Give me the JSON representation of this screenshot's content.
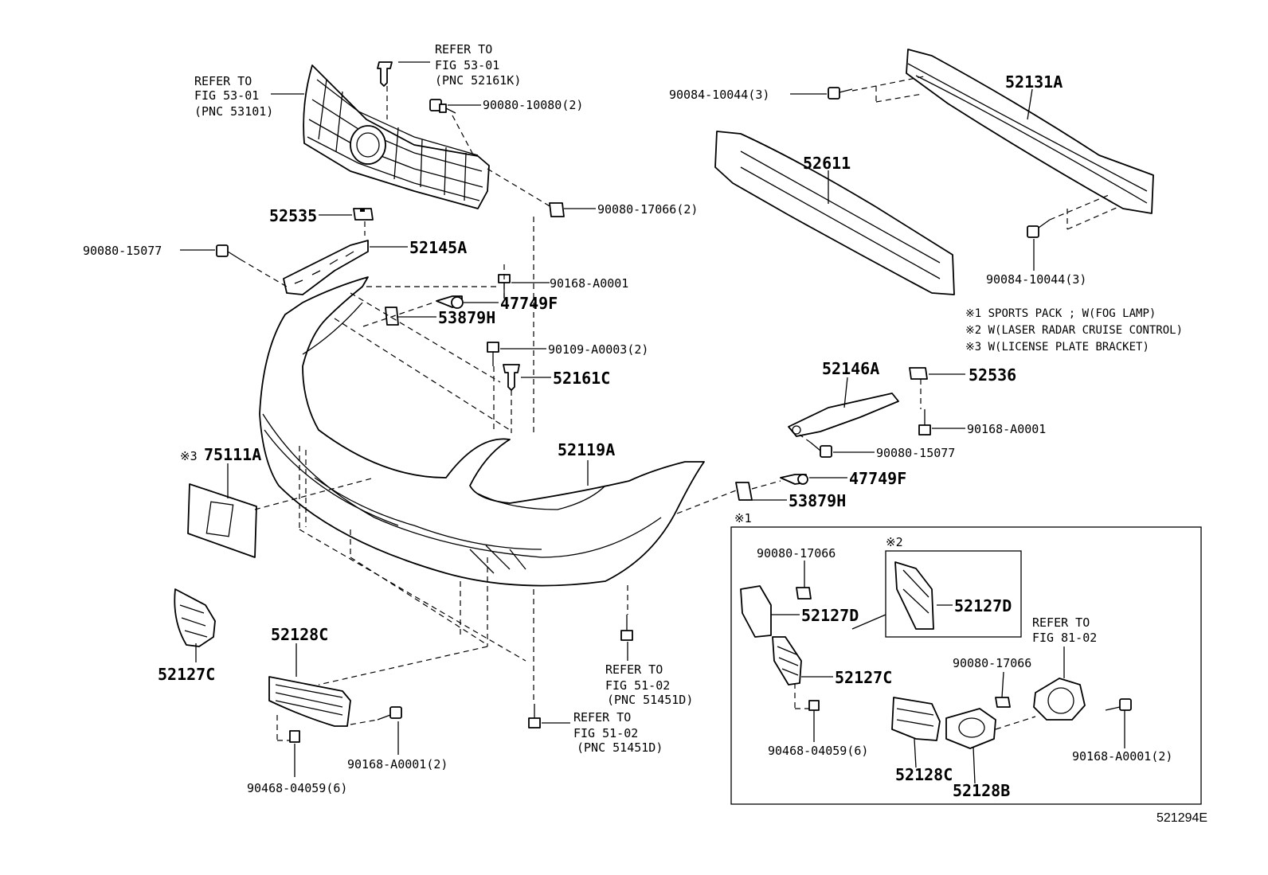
{
  "diagram": {
    "labels": {
      "refer_grille_1": "REFER TO",
      "refer_grille_2": "FIG 53-01",
      "refer_grille_3": "(PNC 53101)",
      "refer_clip_1": "REFER TO",
      "refer_clip_2": "FIG 53-01",
      "refer_clip_3": "(PNC 52161K)",
      "p_90080_10080": "90080-10080(2)",
      "p_90080_17066_main": "90080-17066(2)",
      "p_52535": "52535",
      "p_52145A": "52145A",
      "p_90080_15077_l": "90080-15077",
      "p_90168_A0001_a": "90168-A0001",
      "p_47749F_l": "47749F",
      "p_53879H_l": "53879H",
      "p_90109_A0003": "90109-A0003(2)",
      "p_52161C": "52161C",
      "p_52119A": "52119A",
      "p_75111A": "75111A",
      "p_75111A_mark": "※3",
      "p_52127C_l": "52127C",
      "p_52128C_l": "52128C",
      "p_90168_A0001_2l": "90168-A0001(2)",
      "p_90468_04059_l": "90468-04059(6)",
      "refer_51_a_1": "REFER TO",
      "refer_51_a_2": "FIG 51-02",
      "refer_51_a_3": "(PNC 51451D)",
      "refer_51_b_1": "REFER TO",
      "refer_51_b_2": "FIG 51-02",
      "refer_51_b_3": "(PNC 51451D)",
      "p_90084_top": "90084-10044(3)",
      "p_52131A": "52131A",
      "p_52611": "52611",
      "p_90084_bot": "90084-10044(3)",
      "note1": "※1 SPORTS PACK ; W(FOG LAMP)",
      "note2": "※2 W(LASER RADAR CRUISE CONTROL)",
      "note3": "※3 W(LICENSE PLATE BRACKET)",
      "p_52146A": "52146A",
      "p_52536": "52536",
      "p_90168_A0001_r": "90168-A0001",
      "p_90080_15077_r": "90080-15077",
      "p_47749F_r": "47749F",
      "p_53879H_r": "53879H",
      "box1_mark": "※1",
      "box2_mark": "※2",
      "p_90080_17066_box": "90080-17066",
      "p_52127D_a": "52127D",
      "p_52127D_b": "52127D",
      "p_52127C_r": "52127C",
      "p_90468_04059_r": "90468-04059(6)",
      "refer_81_1": "REFER TO",
      "refer_81_2": "FIG 81-02",
      "p_90080_17066_box2": "90080-17066",
      "p_52128C_r": "52128C",
      "p_52128B": "52128B",
      "p_90168_A0001_2r": "90168-A0001(2)",
      "drawing_code": "521294E"
    }
  }
}
